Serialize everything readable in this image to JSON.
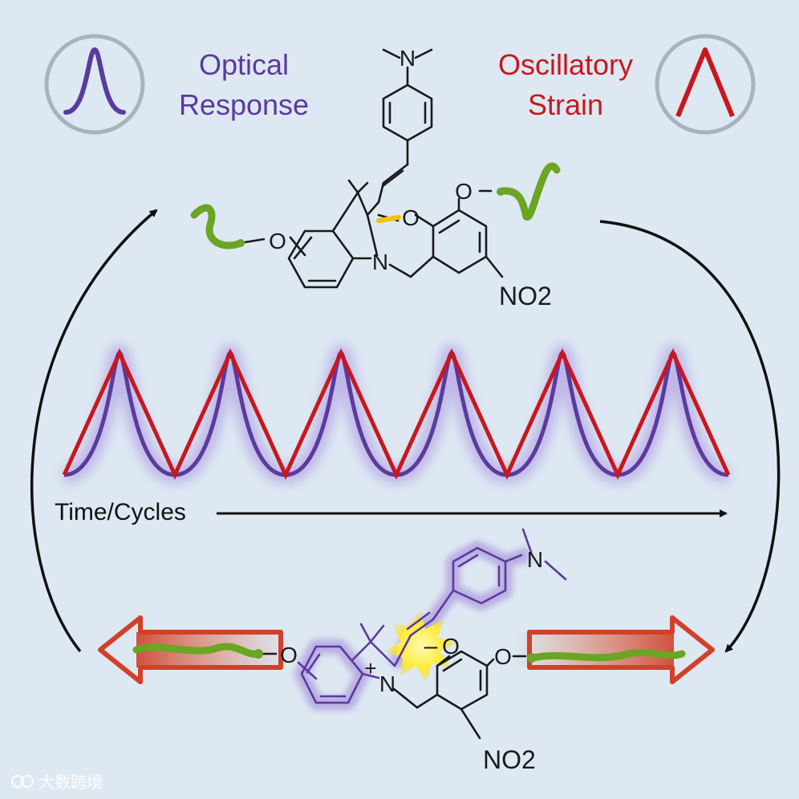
{
  "legend": {
    "optical_line1": "Optical",
    "optical_line2": "Response",
    "strain_line1": "Oscillatory",
    "strain_line2": "Strain"
  },
  "axis": {
    "label": "Time/Cycles"
  },
  "top_molecule": {
    "amine_label": "N",
    "ring_oxygen_label": "O",
    "ether_oxygen_left": "O",
    "ether_oxygen_right": "O",
    "indoline_nitrogen": "N",
    "nitro_label": "NO",
    "nitro_subscript": "2"
  },
  "bottom_molecule": {
    "amine_label": "N",
    "charge_plus": "+",
    "nitrogen_label": "N",
    "charge_minus": "–",
    "phenoxide_label": "O",
    "ether_oxygen_left": "O",
    "ether_oxygen_right": "O",
    "nitro_label": "NO",
    "nitro_subscript": "2"
  },
  "watermark": {
    "text": "大数跨境"
  },
  "colors": {
    "background": "#dde8f2",
    "optical": "#5b3a9e",
    "strain": "#c8171e",
    "polymer": "#7ab829",
    "bond": "#1a1a1a",
    "circle": "#a7b3bf"
  },
  "chart_data": {
    "type": "line",
    "xlabel": "Time/Cycles",
    "series": [
      {
        "name": "Optical Response",
        "shape": "peaked",
        "cycles": 6
      },
      {
        "name": "Oscillatory Strain",
        "shape": "triangle",
        "cycles": 6
      }
    ]
  }
}
